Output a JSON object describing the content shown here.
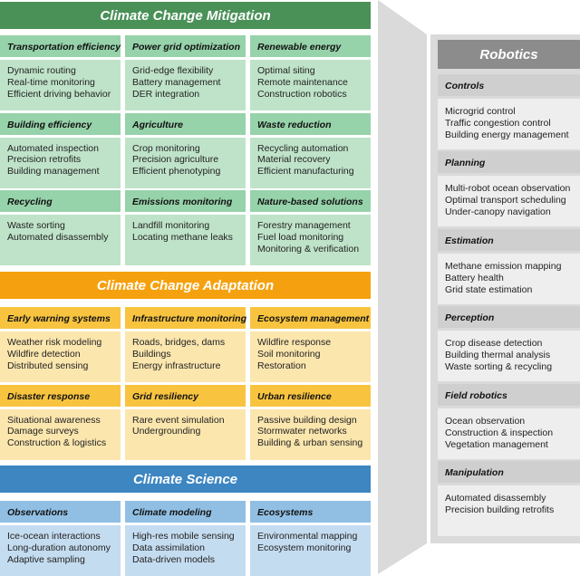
{
  "colors": {
    "mitigation_banner": "#4a9158",
    "mitigation_header": "#96d2aa",
    "mitigation_body": "#bfe3c9",
    "adaptation_banner": "#f5a10f",
    "adaptation_header": "#f8c440",
    "adaptation_body": "#fbe6ae",
    "science_banner": "#3d86c1",
    "science_header": "#91bfe3",
    "science_body": "#c4dcf0",
    "robotics_banner": "#8c8c8c",
    "robotics_header": "#cfcfcf",
    "robotics_body": "#eeeeee"
  },
  "mitigation": {
    "title": "Climate Change Mitigation",
    "cells": [
      {
        "header": "Transportation efficiency",
        "items": [
          "Dynamic routing",
          "Real-time monitoring",
          "Efficient driving behavior"
        ]
      },
      {
        "header": "Power grid optimization",
        "items": [
          "Grid-edge flexibility",
          "Battery management",
          "DER integration"
        ]
      },
      {
        "header": "Renewable energy",
        "items": [
          "Optimal siting",
          "Remote maintenance",
          "Construction robotics"
        ]
      },
      {
        "header": "Building efficiency",
        "items": [
          "Automated inspection",
          "Precision retrofits",
          "Building management"
        ]
      },
      {
        "header": "Agriculture",
        "items": [
          "Crop monitoring",
          "Precision agriculture",
          "Efficient phenotyping"
        ]
      },
      {
        "header": "Waste reduction",
        "items": [
          "Recycling automation",
          "Material recovery",
          "Efficient manufacturing"
        ]
      },
      {
        "header": "Recycling",
        "items": [
          "Waste sorting",
          "Automated disassembly"
        ]
      },
      {
        "header": "Emissions monitoring",
        "items": [
          "Landfill monitoring",
          "Locating methane leaks"
        ]
      },
      {
        "header": "Nature-based solutions",
        "items": [
          "Forestry management",
          "Fuel load monitoring",
          "Monitoring & verification"
        ]
      }
    ]
  },
  "adaptation": {
    "title": "Climate Change Adaptation",
    "cells": [
      {
        "header": "Early warning systems",
        "items": [
          "Weather risk modeling",
          "Wildfire detection",
          "Distributed sensing"
        ]
      },
      {
        "header": "Infrastructure monitoring",
        "items": [
          "Roads, bridges, dams",
          "Buildings",
          "Energy infrastructure"
        ]
      },
      {
        "header": "Ecosystem management",
        "items": [
          "Wildfire response",
          "Soil monitoring",
          "Restoration"
        ]
      },
      {
        "header": "Disaster response",
        "items": [
          "Situational awareness",
          "Damage surveys",
          "Construction & logistics"
        ]
      },
      {
        "header": "Grid resiliency",
        "items": [
          "Rare event simulation",
          "Undergrounding"
        ]
      },
      {
        "header": "Urban resilience",
        "items": [
          "Passive building design",
          "Stormwater networks",
          "Building & urban sensing"
        ]
      }
    ]
  },
  "science": {
    "title": "Climate Science",
    "cells": [
      {
        "header": "Observations",
        "items": [
          "Ice-ocean interactions",
          "Long-duration autonomy",
          "Adaptive sampling"
        ]
      },
      {
        "header": "Climate modeling",
        "items": [
          "High-res mobile sensing",
          "Data assimilation",
          "Data-driven models"
        ]
      },
      {
        "header": "Ecosystems",
        "items": [
          "Environmental mapping",
          "Ecosystem monitoring"
        ]
      }
    ]
  },
  "robotics": {
    "title": "Robotics",
    "cells": [
      {
        "header": "Controls",
        "items": [
          "Microgrid control",
          "Traffic congestion control",
          "Building energy management"
        ]
      },
      {
        "header": "Planning",
        "items": [
          "Multi-robot ocean observation",
          "Optimal transport scheduling",
          "Under-canopy navigation"
        ]
      },
      {
        "header": "Estimation",
        "items": [
          "Methane emission mapping",
          "Battery health",
          "Grid state estimation"
        ]
      },
      {
        "header": "Perception",
        "items": [
          "Crop disease detection",
          "Building thermal analysis",
          "Waste sorting & recycling"
        ]
      },
      {
        "header": "Field robotics",
        "items": [
          "Ocean observation",
          "Construction & inspection",
          "Vegetation management"
        ]
      },
      {
        "header": "Manipulation",
        "items": [
          "Automated disassembly",
          "Precision building retrofits"
        ]
      }
    ]
  }
}
